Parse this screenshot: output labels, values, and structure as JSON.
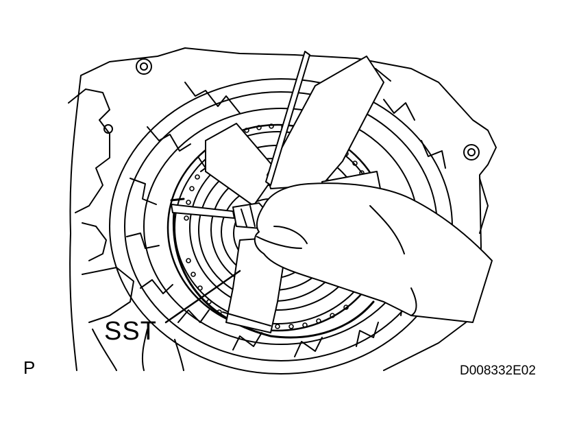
{
  "callouts": {
    "tool_label": "SST",
    "view_label": "P",
    "figure_id": "D008332E02"
  },
  "colors": {
    "ink": "#000000",
    "paper": "#ffffff"
  }
}
